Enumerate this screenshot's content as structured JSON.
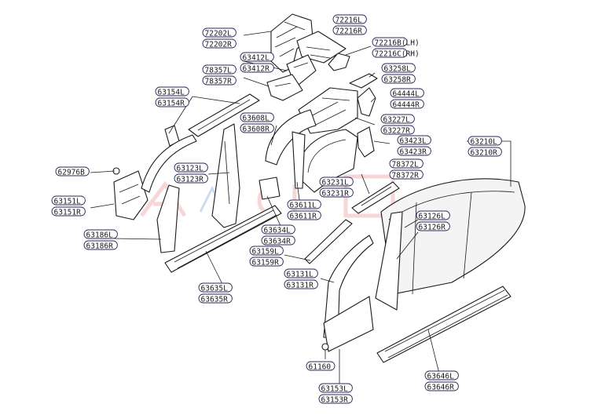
{
  "diagram": {
    "subject": "body side panel exploded parts diagram",
    "callouts": [
      {
        "id": "72202",
        "lines": [
          "72202L",
          "72202R"
        ]
      },
      {
        "id": "72216",
        "lines": [
          "72216L",
          "72216R"
        ]
      },
      {
        "id": "72216B",
        "lines": [
          "72216B(LH)",
          "72216C(RH)"
        ]
      },
      {
        "id": "63412",
        "lines": [
          "63412L",
          "63412R"
        ]
      },
      {
        "id": "78357",
        "lines": [
          "78357L",
          "78357R"
        ]
      },
      {
        "id": "63258",
        "lines": [
          "63258L",
          "63258R"
        ]
      },
      {
        "id": "63154",
        "lines": [
          "63154L",
          "63154R"
        ]
      },
      {
        "id": "64444",
        "lines": [
          "64444L",
          "64444R"
        ]
      },
      {
        "id": "63608",
        "lines": [
          "63608L",
          "63608R"
        ]
      },
      {
        "id": "63227",
        "lines": [
          "63227L",
          "63227R"
        ]
      },
      {
        "id": "63423",
        "lines": [
          "63423L",
          "63423R"
        ]
      },
      {
        "id": "63210",
        "lines": [
          "63210L",
          "63210R"
        ]
      },
      {
        "id": "62976",
        "lines": [
          "62976B"
        ]
      },
      {
        "id": "63123",
        "lines": [
          "63123L",
          "63123R"
        ]
      },
      {
        "id": "78372",
        "lines": [
          "78372L",
          "78372R"
        ]
      },
      {
        "id": "63231",
        "lines": [
          "63231L",
          "63231R"
        ]
      },
      {
        "id": "63151",
        "lines": [
          "63151L",
          "63151R"
        ]
      },
      {
        "id": "63611",
        "lines": [
          "63611L",
          "63611R"
        ]
      },
      {
        "id": "63126",
        "lines": [
          "63126L",
          "63126R"
        ]
      },
      {
        "id": "63634",
        "lines": [
          "63634L",
          "63634R"
        ]
      },
      {
        "id": "63186",
        "lines": [
          "63186L",
          "63186R"
        ]
      },
      {
        "id": "63159",
        "lines": [
          "63159L",
          "63159R"
        ]
      },
      {
        "id": "63131",
        "lines": [
          "63131L",
          "63131R"
        ]
      },
      {
        "id": "63635",
        "lines": [
          "63635L",
          "63635R"
        ]
      },
      {
        "id": "61160",
        "lines": [
          "61160"
        ]
      },
      {
        "id": "63646",
        "lines": [
          "63646L",
          "63646R"
        ]
      },
      {
        "id": "63153",
        "lines": [
          "63153L",
          "63153R"
        ]
      }
    ]
  },
  "colors": {
    "line": "#1a1a1a",
    "tag_border": "#2a2a5a",
    "watermark_red": "#e06a6a",
    "watermark_blue": "#4a7fd0"
  }
}
